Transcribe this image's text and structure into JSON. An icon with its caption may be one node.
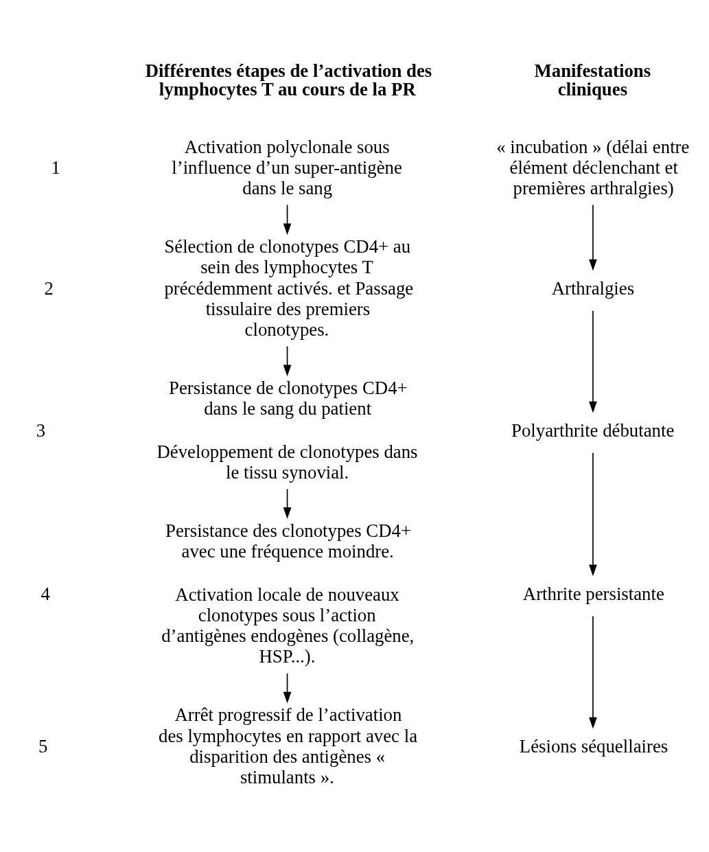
{
  "diagram": {
    "nodes": [
      {
        "text": [
          "Activation polyclonale sous l’influence d’un super-antigène dans le sang"
        ]
      },
      {
        "text": [
          "Sélection de clonotypes CD4+ au sein des lymphocytes T précédemment activés. et Passage tissulaire des premiers clonotypes."
        ]
      },
      {
        "text": [
          "Persistance de clonotypes CD4+ dans le sang du patient",
          "Développement de clonotypes dans le tissu synovial."
        ]
      },
      {
        "text": [
          "Persistance des clonotypes CD4+ avec une fréquence moindre.",
          "Activation locale de nouveaux clonotypes sous l’action d’antigènes endogènes (collagène, HSP...)."
        ]
      },
      {
        "text": [
          "Arrêt progressif de l’activation des lymphocytes en rapport avec la disparition des antigènes « stimulants »."
        ]
      },
      {
        "text": [
          "« incubation » (délai entre élément déclenchant et premières arthralgies)"
        ]
      },
      {
        "text": [
          "Arthralgies"
        ]
      },
      {
        "text": [
          "Polyarthrite débutante"
        ]
      },
      {
        "text": [
          "Arthrite persistante"
        ]
      },
      {
        "text": [
          "Lésions séquellaires"
        ]
      }
    ],
    "edges": [
      {
        "from": 0,
        "to": 1,
        "arrow": "to"
      },
      {
        "from": 1,
        "to": 2,
        "arrow": "to"
      },
      {
        "from": 2,
        "to": 3,
        "arrow": "to"
      },
      {
        "from": 3,
        "to": 4,
        "arrow": "to"
      },
      {
        "from": 5,
        "to": 6,
        "arrow": "to"
      },
      {
        "from": 6,
        "to": 7,
        "arrow": "to"
      },
      {
        "from": 7,
        "to": 8,
        "arrow": "to"
      },
      {
        "from": 8,
        "to": 9,
        "arrow": "to"
      }
    ],
    "labels": [
      "Différentes étapes de l’activation des lymphocytes T au cours de la PR",
      "Manifestations cliniques",
      "1",
      "2",
      "3",
      "4",
      "5"
    ]
  }
}
